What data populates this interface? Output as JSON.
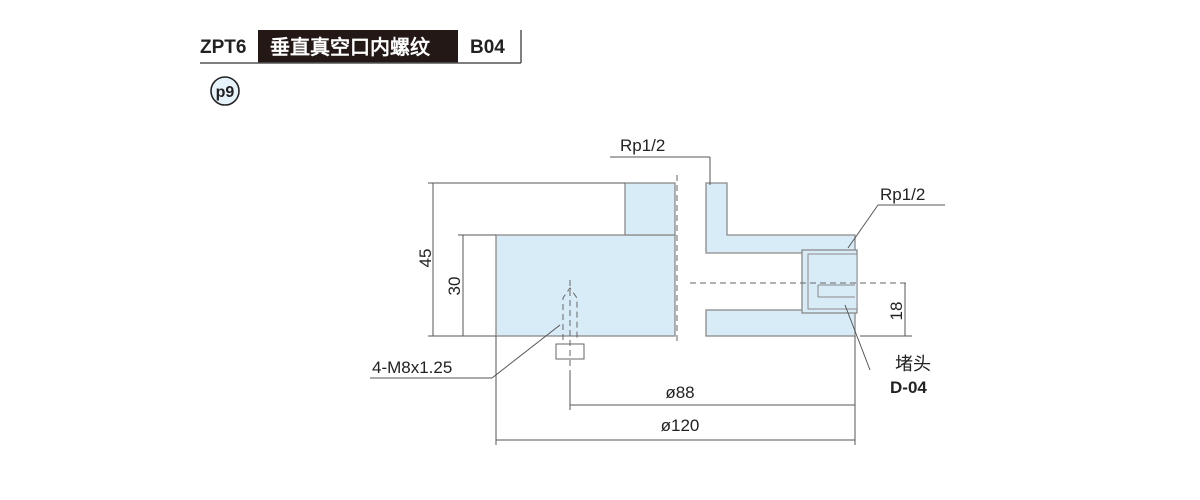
{
  "header": {
    "model": "ZPT6",
    "title": "垂直真空口内螺纹",
    "code": "B04",
    "page_badge": "p9"
  },
  "drawing": {
    "port_top_label": "Rp1/2",
    "port_side_label": "Rp1/2",
    "dim_height_total": "45",
    "dim_height_body": "30",
    "dim_side_port": "18",
    "screw_label": "4-M8x1.25",
    "dim_bolt_circle": "ø88",
    "dim_outer_diameter": "ø120",
    "plug_label": "堵头",
    "plug_code": "D-04"
  },
  "colors": {
    "body_fill": "#d8ecf8",
    "header_bg": "#231815"
  }
}
